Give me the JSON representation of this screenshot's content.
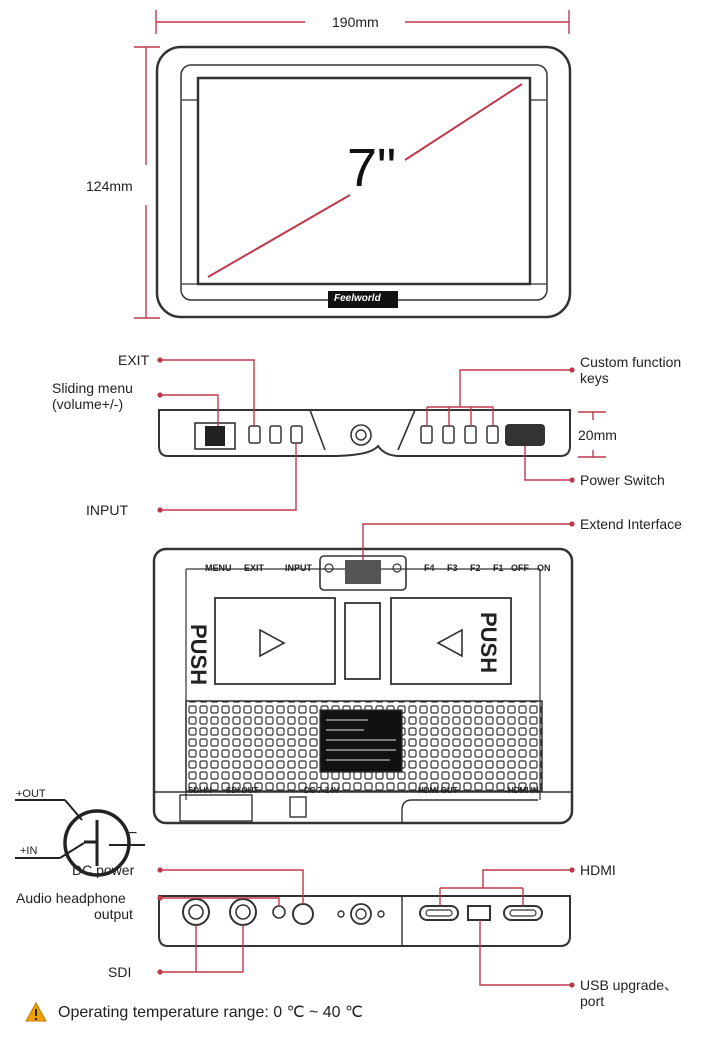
{
  "dimensions": {
    "width": "190mm",
    "height": "124mm",
    "thickness": "20mm"
  },
  "screen": {
    "size": "7\"",
    "logo": "Feelworld"
  },
  "labels": {
    "exit": "EXIT",
    "sliding_menu_line1": "Sliding menu",
    "sliding_menu_line2": "(volume+/-)",
    "input": "INPUT",
    "custom_keys_line1": "Custom function",
    "custom_keys_line2": "keys",
    "power_switch": "Power Switch",
    "extend_interface": "Extend Interface",
    "dc_power": "DC power",
    "audio_line1": "Audio headphone",
    "audio_line2": "output",
    "sdi": "SDI",
    "hdmi": "HDMI",
    "usb_line1": "USB upgrade、",
    "usb_line2": "port"
  },
  "back_panel": {
    "top_keys": [
      "MENU",
      "EXIT",
      "INPUT",
      "F4",
      "F3",
      "F2",
      "F1",
      "OFF",
      "ON"
    ],
    "push_label": "PUSH",
    "bottom_ports": [
      "SDI IN",
      "SDI OUT",
      "DC 7-24V",
      "HDMI OUT",
      "HDMI IN"
    ]
  },
  "polarity": {
    "plus_out": "+OUT",
    "plus_in": "+IN",
    "minus": "−"
  },
  "warning": {
    "text": "Operating temperature range: 0 ℃ ~ 40 ℃",
    "icon": "warning-triangle-icon",
    "icon_color": "#f0a000"
  }
}
